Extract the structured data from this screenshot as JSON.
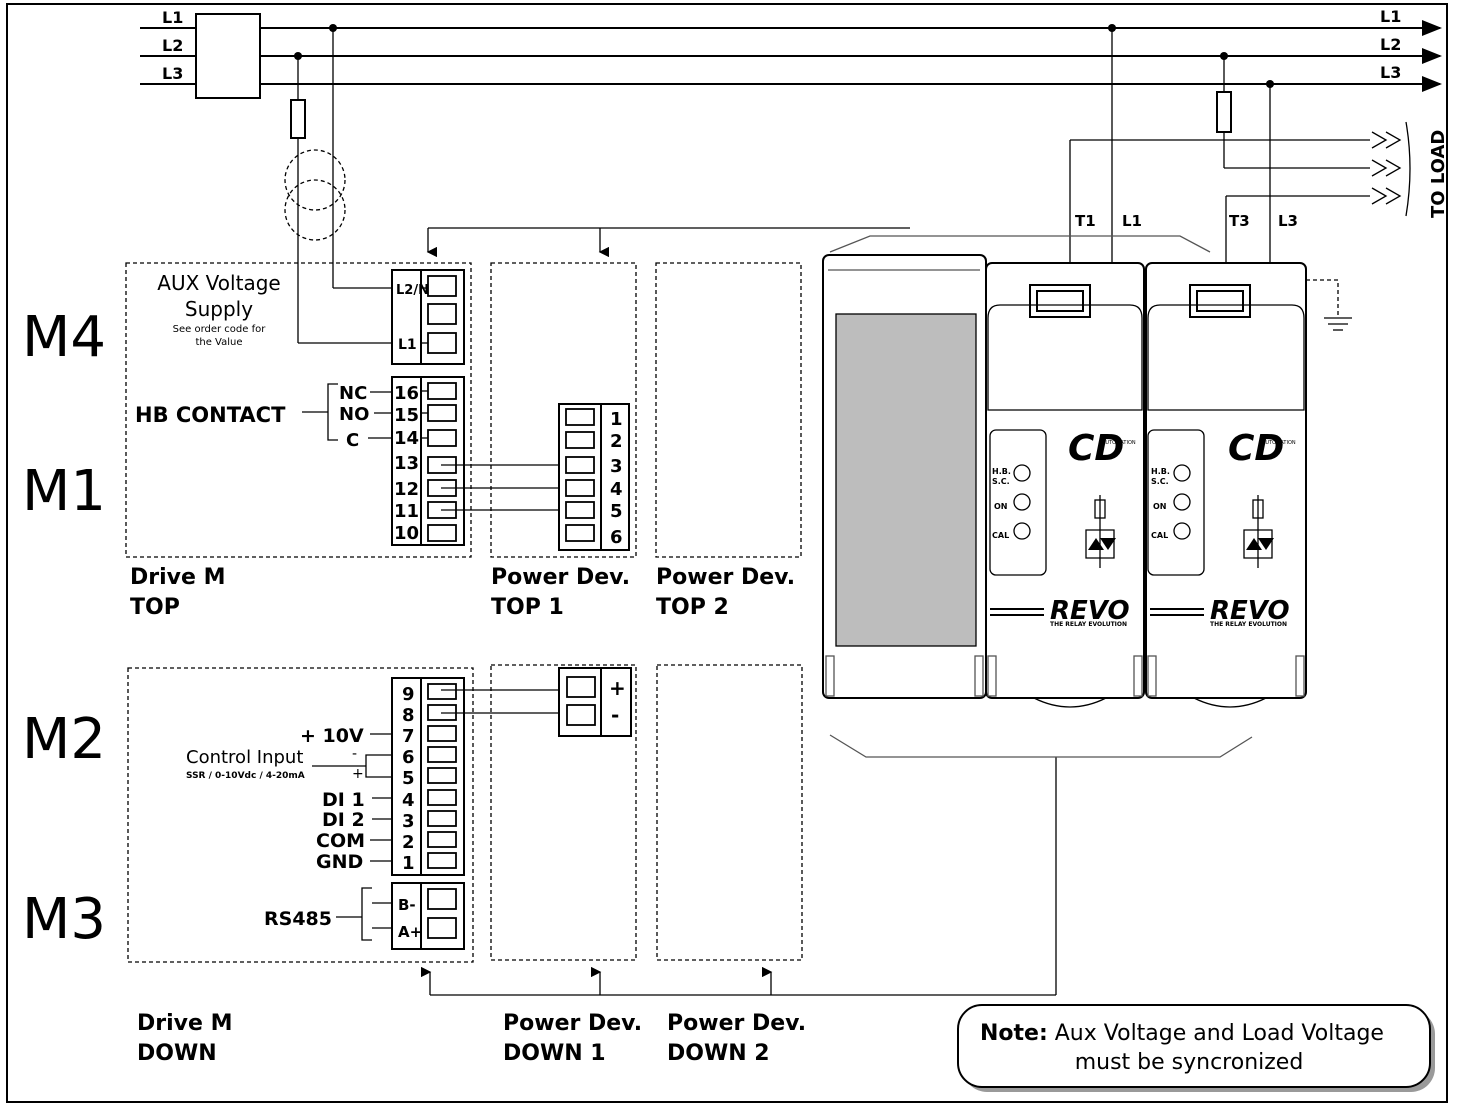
{
  "lines": [
    "L1",
    "L2",
    "L3"
  ],
  "to_load": "TO LOAD",
  "modules": {
    "m4": "M4",
    "m1": "M1",
    "m2": "M2",
    "m3": "M3"
  },
  "aux": {
    "line1": "AUX Voltage",
    "line2": "Supply",
    "note1": "See order code for",
    "note2": "the Value",
    "t_l2n": "L2/N",
    "t_l1": "L1"
  },
  "hb": {
    "label": "HB CONTACT",
    "nc": "NC",
    "no": "NO",
    "c": "C"
  },
  "m1_terms": [
    "16",
    "15",
    "14",
    "13",
    "12",
    "11",
    "10"
  ],
  "pd_top_terms": [
    "1",
    "2",
    "3",
    "4",
    "5",
    "6"
  ],
  "m2_terms": [
    "9",
    "8",
    "7",
    "6",
    "5",
    "4",
    "3",
    "2",
    "1"
  ],
  "m2_labels": {
    "v10": "+ 10V",
    "control": "Control Input",
    "control_sub": "SSR / 0-10Vdc / 4-20mA",
    "minus": "-",
    "plus": "+",
    "di1": "DI 1",
    "di2": "DI 2",
    "com": "COM",
    "gnd": "GND"
  },
  "pd_down_signs": {
    "plus": "+",
    "minus": "-"
  },
  "m3": {
    "label": "RS485",
    "b": "B-",
    "a": "A+"
  },
  "captions": {
    "drive_top_1": "Drive M",
    "drive_top_2": "TOP",
    "pdt1_1": "Power Dev.",
    "pdt1_2": "TOP 1",
    "pdt2_1": "Power Dev.",
    "pdt2_2": "TOP 2",
    "drive_down_1": "Drive M",
    "drive_down_2": "DOWN",
    "pdd1_1": "Power Dev.",
    "pdd1_2": "DOWN 1",
    "pdd2_1": "Power Dev.",
    "pdd2_2": "DOWN 2"
  },
  "device": {
    "t1": "T1",
    "l1": "L1",
    "t3": "T3",
    "l3": "L3",
    "hb_led": "H.B.",
    "sc_led": "S.C.",
    "on_led": "ON",
    "cal_led": "CAL",
    "brand": "CD",
    "brand_sub": "AUTOMATION",
    "product": "REVO",
    "product_sub": "THE RELAY EVOLUTION"
  },
  "note": {
    "bold": "Note:",
    "line1": " Aux Voltage and Load Voltage",
    "line2": "must be syncronized"
  }
}
